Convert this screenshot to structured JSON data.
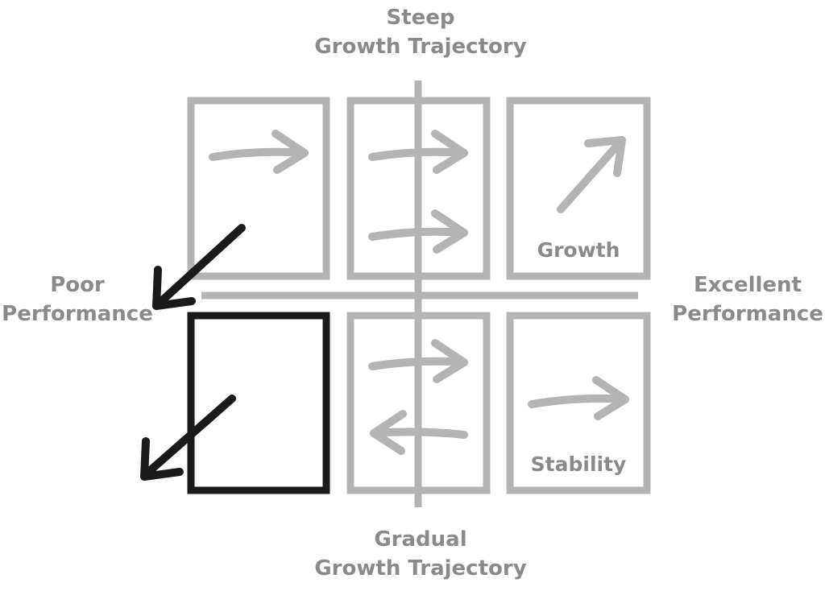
{
  "axes": {
    "top": {
      "line1": "Steep",
      "line2": "Growth Trajectory"
    },
    "bottom": {
      "line1": "Gradual",
      "line2": "Growth Trajectory"
    },
    "left": {
      "line1": "Poor",
      "line2": "Performance"
    },
    "right": {
      "line1": "Excellent",
      "line2": "Performance"
    }
  },
  "quadrants": {
    "top_right_label": "Growth",
    "bottom_right_label": "Stability"
  },
  "colors": {
    "grid": "#b4b4b4",
    "highlight": "#1a1a1a",
    "text": "#8a8a8a"
  }
}
